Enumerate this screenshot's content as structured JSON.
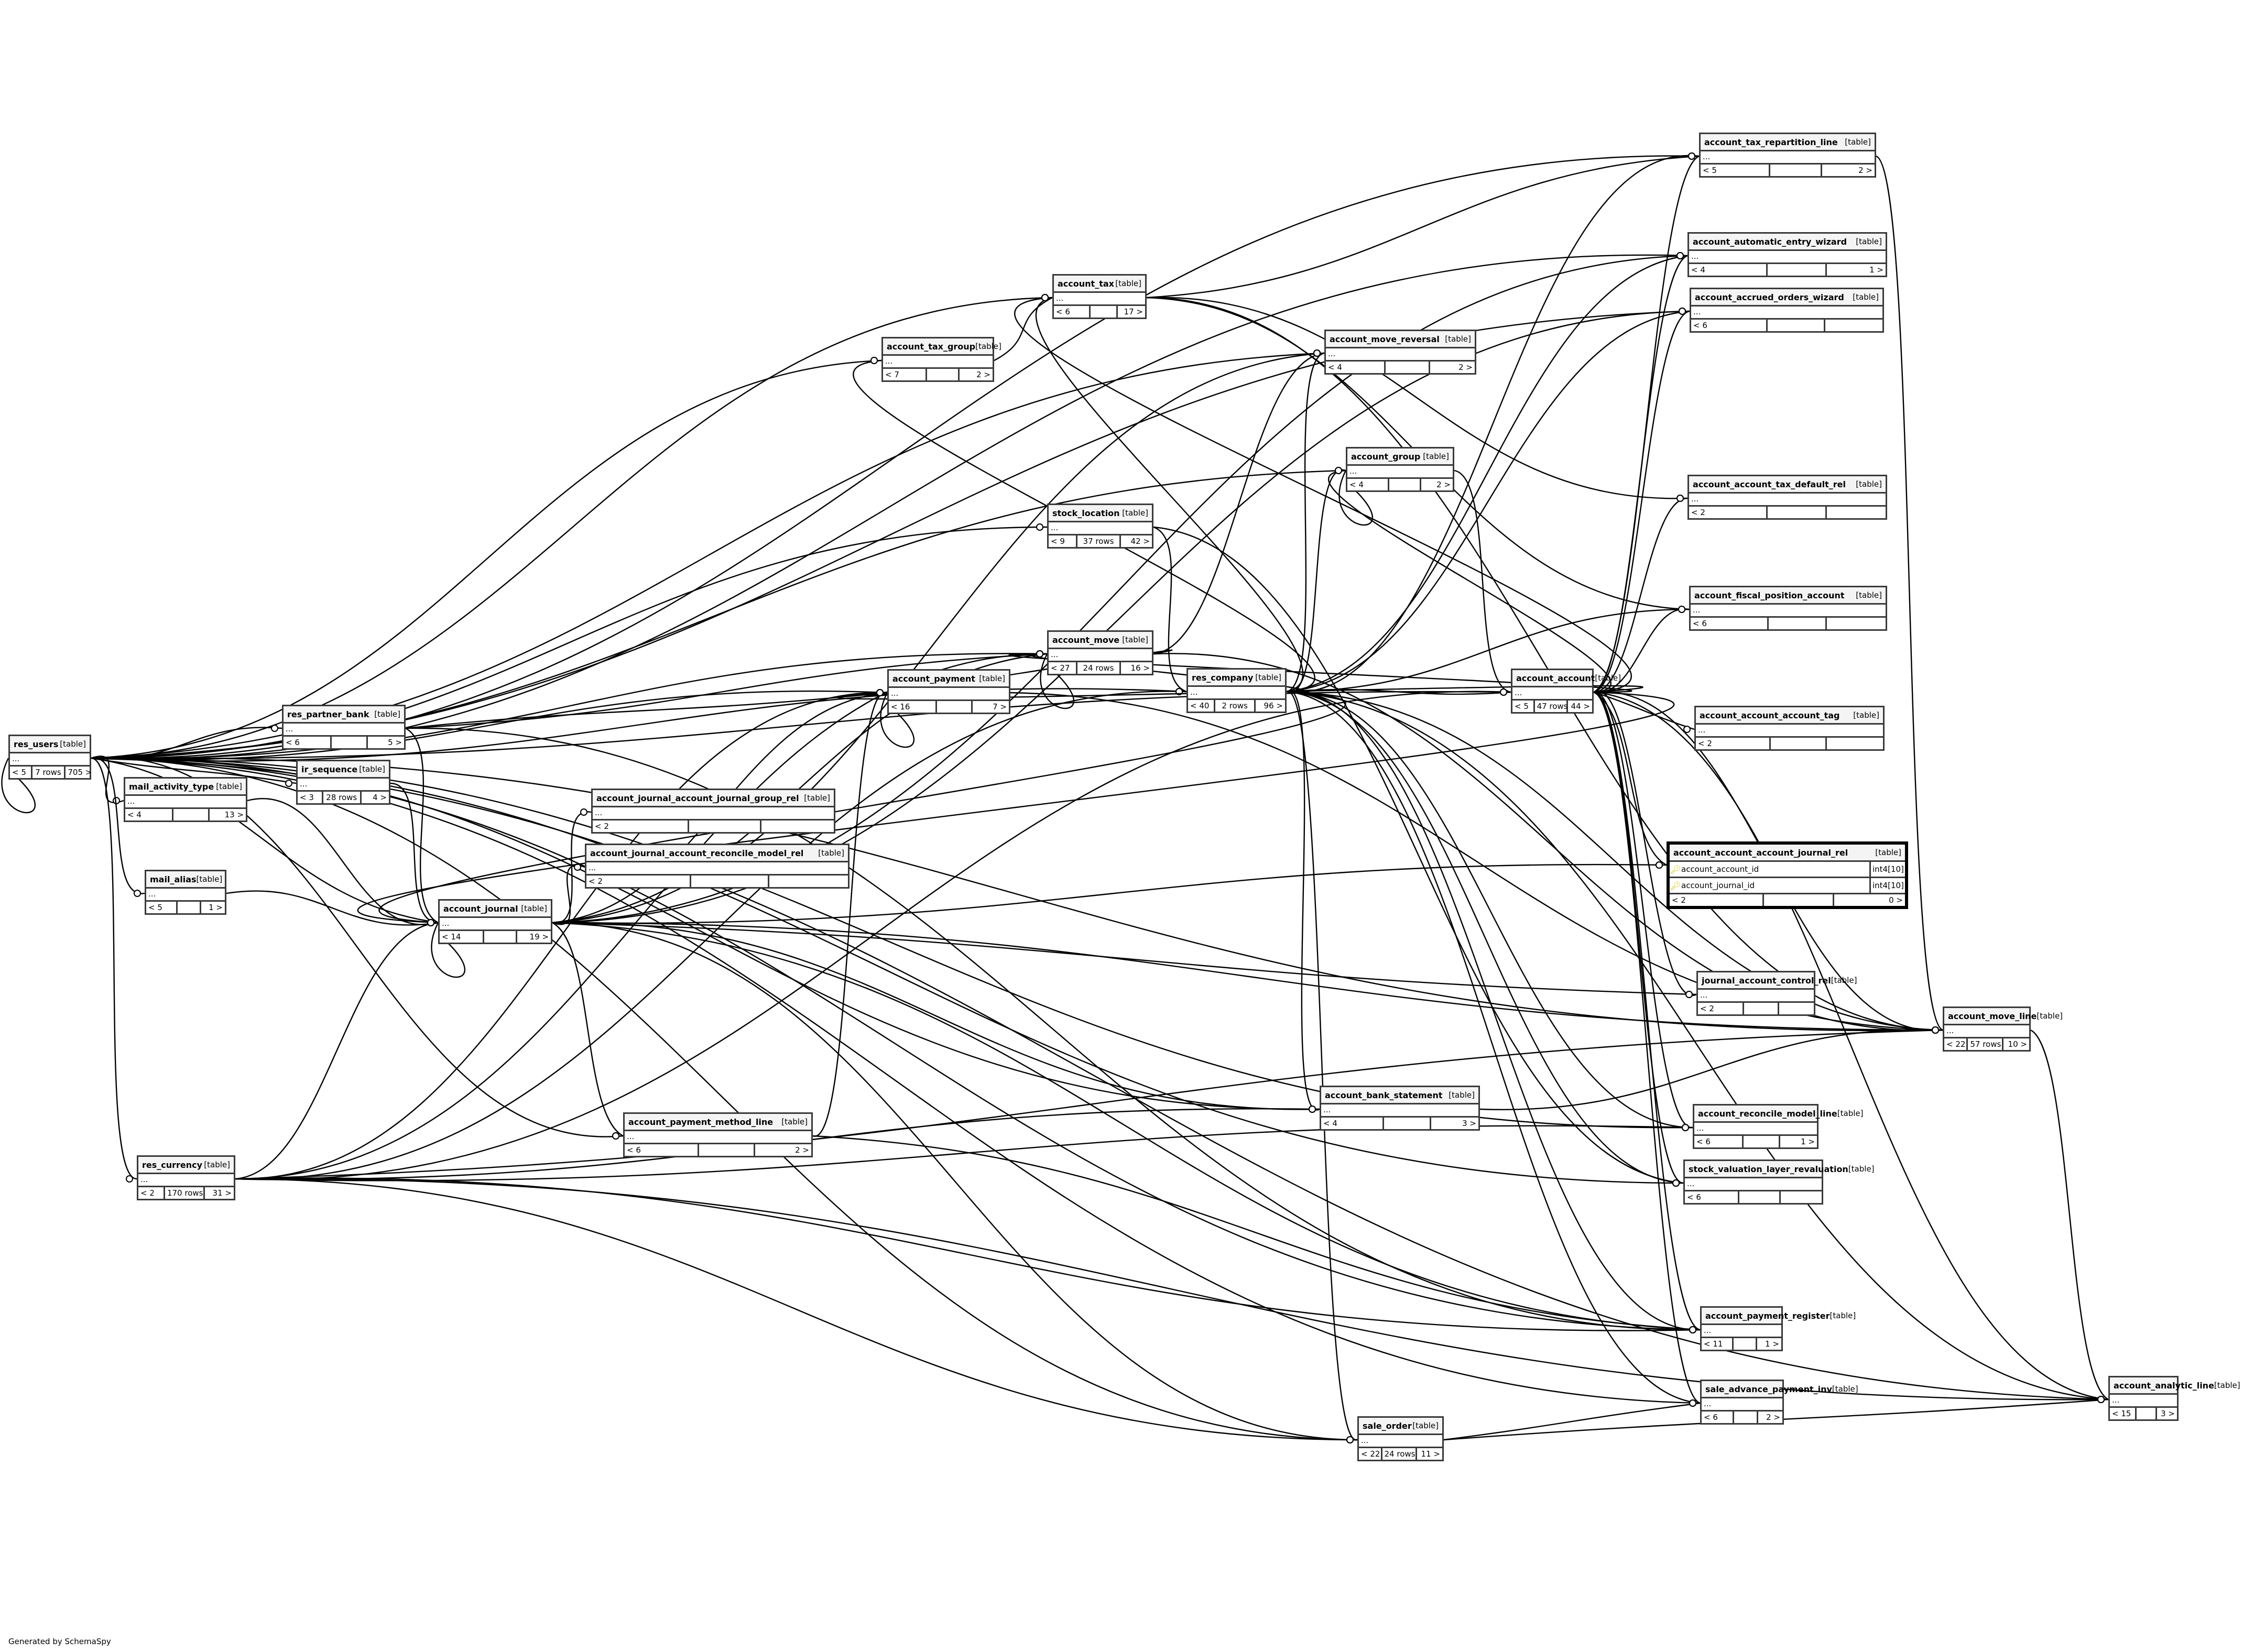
{
  "diagram": {
    "footer": "Generated by SchemaSpy",
    "kind_label": "[table]",
    "placeholder_columns": "...",
    "tables": [
      {
        "id": "res_users",
        "name": "res_users",
        "parents": "< 5",
        "rows": "7 rows",
        "children": "705 >"
      },
      {
        "id": "mail_activity_type",
        "name": "mail_activity_type",
        "parents": "< 4",
        "rows": "",
        "children": "13 >"
      },
      {
        "id": "mail_alias",
        "name": "mail_alias",
        "parents": "< 5",
        "rows": "",
        "children": "1 >"
      },
      {
        "id": "res_currency",
        "name": "res_currency",
        "parents": "< 2",
        "rows": "170 rows",
        "children": "31 >"
      },
      {
        "id": "res_partner_bank",
        "name": "res_partner_bank",
        "parents": "< 6",
        "rows": "",
        "children": "5 >"
      },
      {
        "id": "ir_sequence",
        "name": "ir_sequence",
        "parents": "< 3",
        "rows": "28 rows",
        "children": "4 >"
      },
      {
        "id": "account_journal",
        "name": "account_journal",
        "parents": "< 14",
        "rows": "",
        "children": "19 >"
      },
      {
        "id": "account_journal_account_journal_group_rel",
        "name": "account_journal_account_journal_group_rel",
        "parents": "< 2",
        "rows": "",
        "children": ""
      },
      {
        "id": "account_journal_account_reconcile_model_rel",
        "name": "account_journal_account_reconcile_model_rel",
        "parents": "< 2",
        "rows": "",
        "children": ""
      },
      {
        "id": "account_payment_method_line",
        "name": "account_payment_method_line",
        "parents": "< 6",
        "rows": "",
        "children": "2 >"
      },
      {
        "id": "account_tax_group",
        "name": "account_tax_group",
        "parents": "< 7",
        "rows": "",
        "children": "2 >"
      },
      {
        "id": "account_tax",
        "name": "account_tax",
        "parents": "< 6",
        "rows": "",
        "children": "17 >"
      },
      {
        "id": "stock_location",
        "name": "stock_location",
        "parents": "< 9",
        "rows": "37 rows",
        "children": "42 >"
      },
      {
        "id": "account_move",
        "name": "account_move",
        "parents": "< 27",
        "rows": "24 rows",
        "children": "16 >"
      },
      {
        "id": "account_payment",
        "name": "account_payment",
        "parents": "< 16",
        "rows": "",
        "children": "7 >"
      },
      {
        "id": "res_company",
        "name": "res_company",
        "parents": "< 40",
        "rows": "2 rows",
        "children": "96 >"
      },
      {
        "id": "account_move_reversal",
        "name": "account_move_reversal",
        "parents": "< 4",
        "rows": "",
        "children": "2 >"
      },
      {
        "id": "account_group",
        "name": "account_group",
        "parents": "< 4",
        "rows": "",
        "children": "2 >"
      },
      {
        "id": "account_bank_statement",
        "name": "account_bank_statement",
        "parents": "< 4",
        "rows": "",
        "children": "3 >"
      },
      {
        "id": "sale_order",
        "name": "sale_order",
        "parents": "< 22",
        "rows": "24 rows",
        "children": "11 >"
      },
      {
        "id": "account_account",
        "name": "account_account",
        "parents": "< 5",
        "rows": "47 rows",
        "children": "44 >"
      },
      {
        "id": "account_tax_repartition_line",
        "name": "account_tax_repartition_line",
        "parents": "< 5",
        "rows": "",
        "children": "2 >"
      },
      {
        "id": "account_automatic_entry_wizard",
        "name": "account_automatic_entry_wizard",
        "parents": "< 4",
        "rows": "",
        "children": "1 >"
      },
      {
        "id": "account_accrued_orders_wizard",
        "name": "account_accrued_orders_wizard",
        "parents": "< 6",
        "rows": "",
        "children": ""
      },
      {
        "id": "account_account_tax_default_rel",
        "name": "account_account_tax_default_rel",
        "parents": "< 2",
        "rows": "",
        "children": ""
      },
      {
        "id": "account_fiscal_position_account",
        "name": "account_fiscal_position_account",
        "parents": "< 6",
        "rows": "",
        "children": ""
      },
      {
        "id": "account_account_account_tag",
        "name": "account_account_account_tag",
        "parents": "< 2",
        "rows": "",
        "children": ""
      },
      {
        "id": "account_account_account_journal_rel",
        "name": "account_account_account_journal_rel",
        "parents": "< 2",
        "rows": "",
        "children": "0 >",
        "columns": [
          {
            "name": "account_account_id",
            "type": "int4[10]",
            "primary_key": true
          },
          {
            "name": "account_journal_id",
            "type": "int4[10]",
            "primary_key": true
          }
        ]
      },
      {
        "id": "journal_account_control_rel",
        "name": "journal_account_control_rel",
        "parents": "< 2",
        "rows": "",
        "children": ""
      },
      {
        "id": "account_move_line",
        "name": "account_move_line",
        "parents": "< 22",
        "rows": "57 rows",
        "children": "10 >"
      },
      {
        "id": "account_reconcile_model_line",
        "name": "account_reconcile_model_line",
        "parents": "< 6",
        "rows": "",
        "children": "1 >"
      },
      {
        "id": "stock_valuation_layer_revaluation",
        "name": "stock_valuation_layer_revaluation",
        "parents": "< 6",
        "rows": "",
        "children": ""
      },
      {
        "id": "account_payment_register",
        "name": "account_payment_register",
        "parents": "< 11",
        "rows": "",
        "children": "1 >"
      },
      {
        "id": "sale_advance_payment_inv",
        "name": "sale_advance_payment_inv",
        "parents": "< 6",
        "rows": "",
        "children": "2 >"
      },
      {
        "id": "account_analytic_line",
        "name": "account_analytic_line",
        "parents": "< 15",
        "rows": "",
        "children": "3 >"
      }
    ],
    "relationships": [
      [
        "res_users",
        "res_users"
      ],
      [
        "res_users",
        "mail_activity_type"
      ],
      [
        "res_users",
        "mail_alias"
      ],
      [
        "res_users",
        "res_currency"
      ],
      [
        "res_users",
        "res_partner_bank"
      ],
      [
        "res_users",
        "ir_sequence"
      ],
      [
        "res_users",
        "account_journal"
      ],
      [
        "res_users",
        "account_payment_method_line"
      ],
      [
        "res_users",
        "account_tax_group"
      ],
      [
        "res_users",
        "account_tax"
      ],
      [
        "res_users",
        "stock_location"
      ],
      [
        "res_users",
        "account_move"
      ],
      [
        "res_users",
        "account_payment"
      ],
      [
        "res_users",
        "res_company"
      ],
      [
        "res_users",
        "account_move_reversal"
      ],
      [
        "res_users",
        "account_group"
      ],
      [
        "res_users",
        "account_bank_statement"
      ],
      [
        "res_users",
        "sale_order"
      ],
      [
        "res_users",
        "account_account"
      ],
      [
        "res_users",
        "account_tax_repartition_line"
      ],
      [
        "res_users",
        "account_automatic_entry_wizard"
      ],
      [
        "res_users",
        "account_accrued_orders_wizard"
      ],
      [
        "res_users",
        "account_move_line"
      ],
      [
        "res_users",
        "account_reconcile_model_line"
      ],
      [
        "res_users",
        "stock_valuation_layer_revaluation"
      ],
      [
        "res_users",
        "account_payment_register"
      ],
      [
        "res_users",
        "sale_advance_payment_inv"
      ],
      [
        "res_users",
        "account_analytic_line"
      ],
      [
        "mail_activity_type",
        "account_journal"
      ],
      [
        "mail_alias",
        "account_journal"
      ],
      [
        "res_currency",
        "account_journal"
      ],
      [
        "res_currency",
        "account_move"
      ],
      [
        "res_currency",
        "account_payment"
      ],
      [
        "res_currency",
        "res_company"
      ],
      [
        "res_currency",
        "account_account"
      ],
      [
        "res_currency",
        "account_move_line"
      ],
      [
        "res_currency",
        "account_payment_register"
      ],
      [
        "res_currency",
        "account_analytic_line"
      ],
      [
        "res_currency",
        "sale_order"
      ],
      [
        "res_currency",
        "account_bank_statement"
      ],
      [
        "res_currency",
        "account_reconcile_model_line"
      ],
      [
        "res_partner_bank",
        "account_journal"
      ],
      [
        "res_partner_bank",
        "account_payment"
      ],
      [
        "res_partner_bank",
        "account_move"
      ],
      [
        "res_partner_bank",
        "account_payment_register"
      ],
      [
        "ir_sequence",
        "account_journal"
      ],
      [
        "account_journal",
        "account_journal_account_journal_group_rel"
      ],
      [
        "account_journal",
        "account_journal_account_reconcile_model_rel"
      ],
      [
        "account_journal",
        "account_payment_method_line"
      ],
      [
        "account_journal",
        "account_move"
      ],
      [
        "account_journal",
        "account_payment"
      ],
      [
        "account_journal",
        "account_bank_statement"
      ],
      [
        "account_journal",
        "account_move_line"
      ],
      [
        "account_journal",
        "account_account_account_journal_rel"
      ],
      [
        "account_journal",
        "journal_account_control_rel"
      ],
      [
        "account_journal",
        "account_payment_register"
      ],
      [
        "account_journal",
        "account_move_reversal"
      ],
      [
        "account_journal",
        "account_automatic_entry_wizard"
      ],
      [
        "account_journal",
        "account_accrued_orders_wizard"
      ],
      [
        "account_journal",
        "sale_order"
      ],
      [
        "account_journal",
        "account_journal"
      ],
      [
        "account_payment_method_line",
        "account_payment"
      ],
      [
        "account_payment_method_line",
        "account_payment_register"
      ],
      [
        "account_tax_group",
        "account_tax"
      ],
      [
        "account_tax",
        "account_tax_repartition_line"
      ],
      [
        "account_tax",
        "account_account_tax_default_rel"
      ],
      [
        "account_tax",
        "account_move_line"
      ],
      [
        "account_tax",
        "account_fiscal_position_account"
      ],
      [
        "stock_location",
        "res_company"
      ],
      [
        "stock_location",
        "stock_valuation_layer_revaluation"
      ],
      [
        "account_move",
        "account_payment"
      ],
      [
        "account_move",
        "account_move_line"
      ],
      [
        "account_move",
        "account_move_reversal"
      ],
      [
        "account_move",
        "account_move"
      ],
      [
        "account_payment",
        "account_move_line"
      ],
      [
        "account_payment",
        "account_payment"
      ],
      [
        "res_company",
        "account_journal"
      ],
      [
        "res_company",
        "account_tax"
      ],
      [
        "res_company",
        "account_tax_group"
      ],
      [
        "res_company",
        "account_account"
      ],
      [
        "res_company",
        "account_move"
      ],
      [
        "res_company",
        "account_move_line"
      ],
      [
        "res_company",
        "account_group"
      ],
      [
        "res_company",
        "account_analytic_line"
      ],
      [
        "res_company",
        "account_bank_statement"
      ],
      [
        "res_company",
        "sale_order"
      ],
      [
        "res_company",
        "account_payment_register"
      ],
      [
        "res_company",
        "account_reconcile_model_line"
      ],
      [
        "res_company",
        "stock_valuation_layer_revaluation"
      ],
      [
        "res_company",
        "sale_advance_payment_inv"
      ],
      [
        "res_company",
        "account_tax_repartition_line"
      ],
      [
        "res_company",
        "account_automatic_entry_wizard"
      ],
      [
        "res_company",
        "account_accrued_orders_wizard"
      ],
      [
        "res_company",
        "account_move_reversal"
      ],
      [
        "res_company",
        "account_fiscal_position_account"
      ],
      [
        "account_group",
        "account_account"
      ],
      [
        "account_group",
        "account_group"
      ],
      [
        "account_account",
        "account_journal"
      ],
      [
        "account_account",
        "account_tax_repartition_line"
      ],
      [
        "account_account",
        "account_automatic_entry_wizard"
      ],
      [
        "account_account",
        "account_accrued_orders_wizard"
      ],
      [
        "account_account",
        "account_account_tax_default_rel"
      ],
      [
        "account_account",
        "account_fiscal_position_account"
      ],
      [
        "account_account",
        "account_account_account_tag"
      ],
      [
        "account_account",
        "account_account_account_journal_rel"
      ],
      [
        "account_account",
        "journal_account_control_rel"
      ],
      [
        "account_account",
        "account_move_line"
      ],
      [
        "account_account",
        "account_reconcile_model_line"
      ],
      [
        "account_account",
        "stock_valuation_layer_revaluation"
      ],
      [
        "account_account",
        "account_payment_register"
      ],
      [
        "account_account",
        "sale_advance_payment_inv"
      ],
      [
        "account_account",
        "account_analytic_line"
      ],
      [
        "account_account",
        "account_payment"
      ],
      [
        "account_account",
        "account_tax"
      ],
      [
        "account_account",
        "account_group"
      ],
      [
        "account_account",
        "account_move"
      ],
      [
        "account_bank_statement",
        "account_move_line"
      ],
      [
        "account_tax_repartition_line",
        "account_move_line"
      ],
      [
        "account_move_line",
        "account_analytic_line"
      ],
      [
        "sale_order",
        "account_analytic_line"
      ],
      [
        "sale_order",
        "sale_advance_payment_inv"
      ]
    ]
  }
}
